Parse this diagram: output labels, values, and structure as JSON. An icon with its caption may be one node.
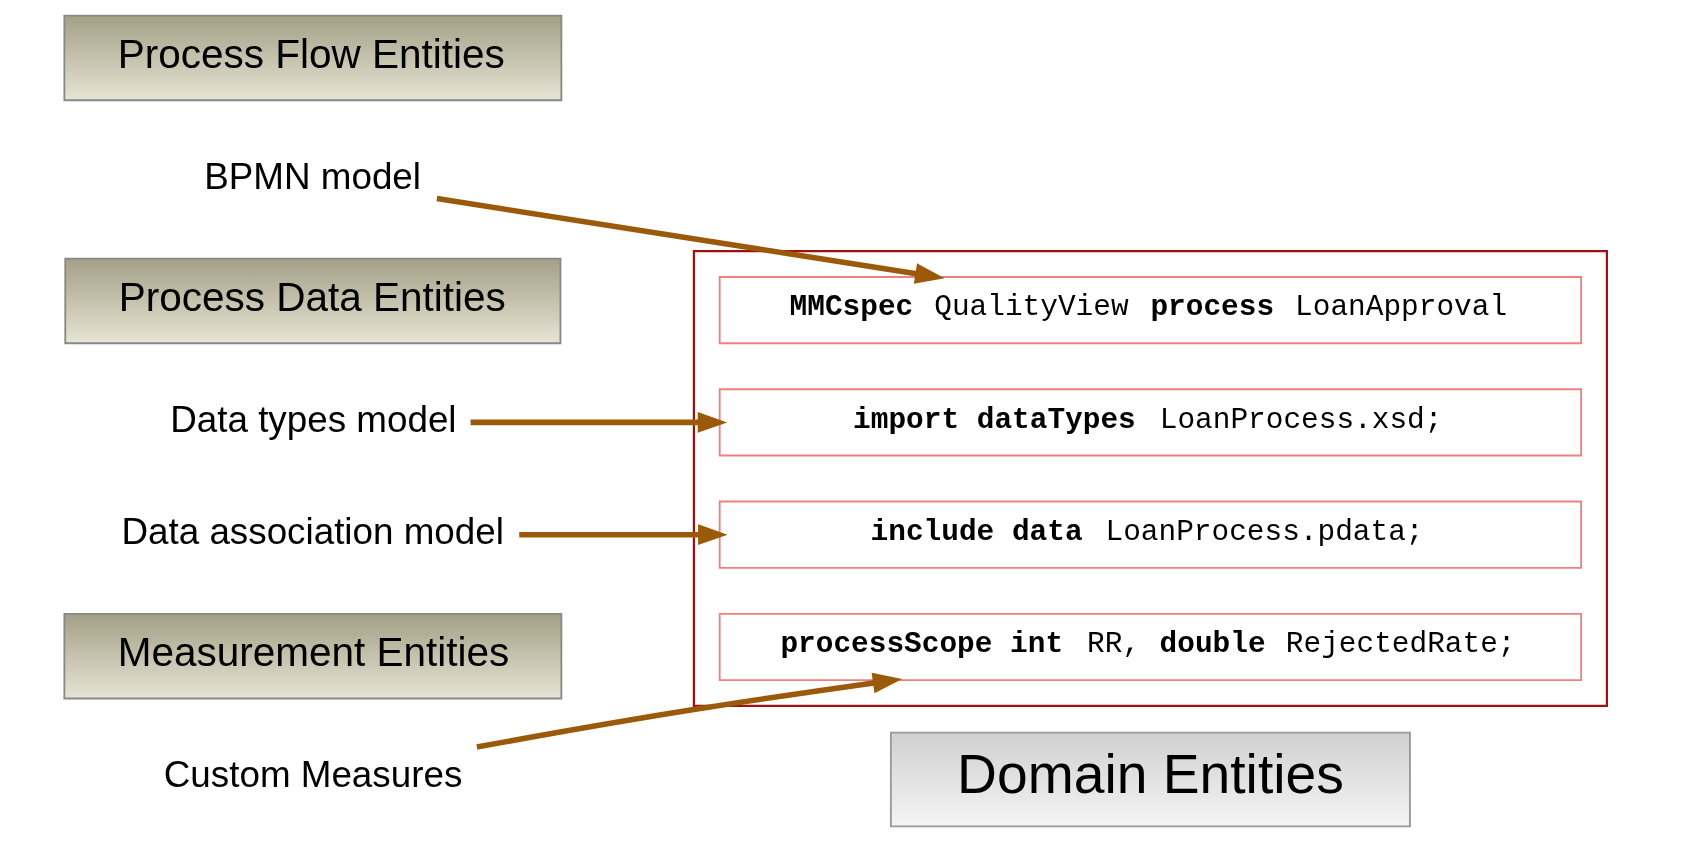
{
  "diagram": {
    "nodes": [
      {
        "text": [
          "Domain Entities"
        ]
      },
      {
        "text": [
          "Process Flow Entities"
        ]
      },
      {
        "text": [
          "BPMN model"
        ]
      },
      {
        "text": [
          "Process Data Entities"
        ]
      },
      {
        "text": [
          "Data types model"
        ]
      },
      {
        "text": [
          "Data association model"
        ]
      },
      {
        "text": [
          "Measurement Entities"
        ]
      },
      {
        "text": [
          "Custom Measures"
        ]
      },
      {
        "text": [],
        "shape": "box"
      },
      {
        "text": [
          "**MMCspec** QualityView **process** LoanApproval"
        ],
        "in": 8
      },
      {
        "text": [
          "**import dataTypes** LoanProcess.xsd;"
        ],
        "in": 8
      },
      {
        "text": [
          "**include data** LoanProcess.pdata;"
        ],
        "in": 8
      },
      {
        "text": [
          "**processScope int** RR, **double** RejectedRate;"
        ],
        "in": 8
      }
    ],
    "edges": [
      {
        "from": 2,
        "to": 9,
        "arrow": "to"
      },
      {
        "from": 4,
        "to": 10,
        "arrow": "to"
      },
      {
        "from": 5,
        "to": 11,
        "arrow": "to"
      },
      {
        "from": 7,
        "to": 12,
        "arrow": "to"
      }
    ]
  }
}
